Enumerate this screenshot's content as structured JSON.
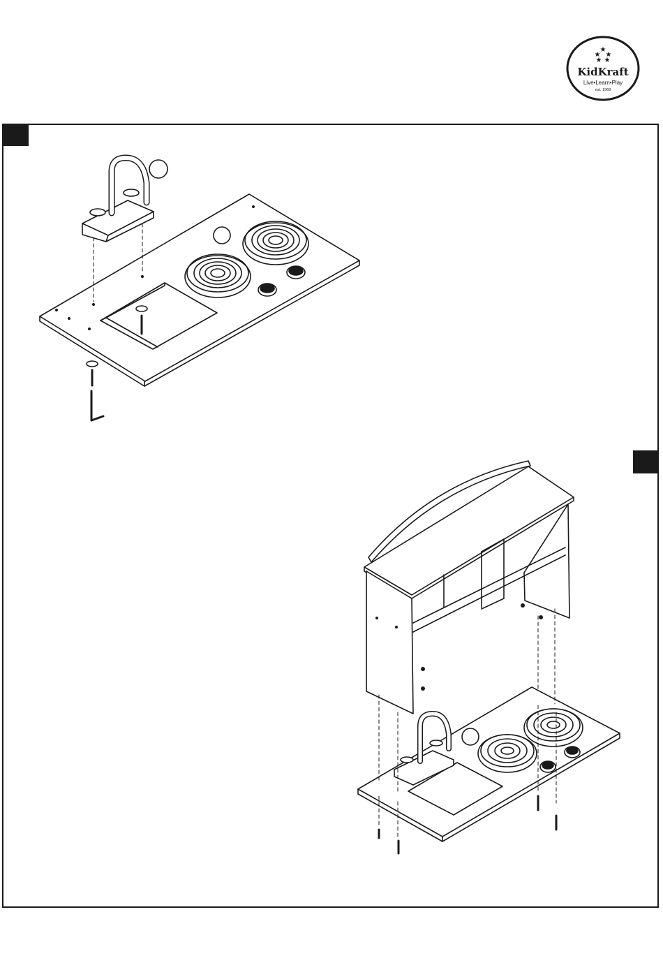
{
  "logo": {
    "brand": "KidKraft",
    "tagline": "Live•Learn•Play",
    "established": "est. 1968"
  },
  "steps": [
    {
      "id": "step-a",
      "label": ""
    },
    {
      "id": "step-b",
      "label": ""
    }
  ],
  "colors": {
    "ink": "#1a1a1a",
    "paper": "#ffffff"
  }
}
